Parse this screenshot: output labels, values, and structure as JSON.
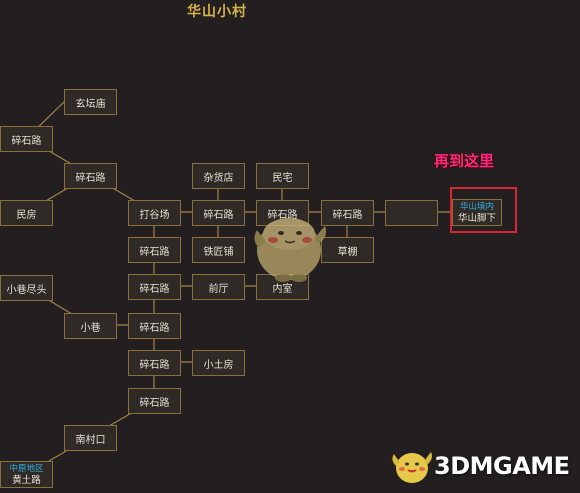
{
  "map": {
    "title": "华山小村",
    "annotation": "再到这里",
    "nodes": {
      "xuantan_temple": "玄坛庙",
      "gravel_road_1": "碎石路",
      "gravel_road_2": "碎石路",
      "residence": "民房",
      "dagu_field": "打谷场",
      "general_store": "杂货店",
      "gravel_road_3": "碎石路",
      "dwelling": "民宅",
      "gravel_road_4": "碎石路",
      "gravel_road_5": "碎石路",
      "thatched_shed": "草棚",
      "gravel_road_6": "碎石路",
      "blacksmith": "铁匠铺",
      "gravel_road_7": "碎石路",
      "front_hall": "前厅",
      "inner_hall": "内室",
      "alley_end": "小巷尽头",
      "alley": "小巷",
      "gravel_road_8": "碎石路",
      "gravel_road_9": "碎石路",
      "small_earth_house": "小土房",
      "gravel_road_10": "碎石路",
      "south_village_gate": "南村口",
      "huashan_foot": {
        "region": "华山境内",
        "name": "华山脚下"
      },
      "yellow_earth_road": {
        "region": "中原地区",
        "name": "黄土路"
      }
    }
  },
  "watermark": {
    "text": "3DMGAME"
  },
  "colors": {
    "background": "#231f20",
    "node_fill": "#2f2a26",
    "node_border": "#8a6f3c",
    "link": "#a48446",
    "region_label": "#35b0e6",
    "highlight": "#d9262f",
    "annotation": "#ff2a7a",
    "title": "#d6b24a"
  }
}
